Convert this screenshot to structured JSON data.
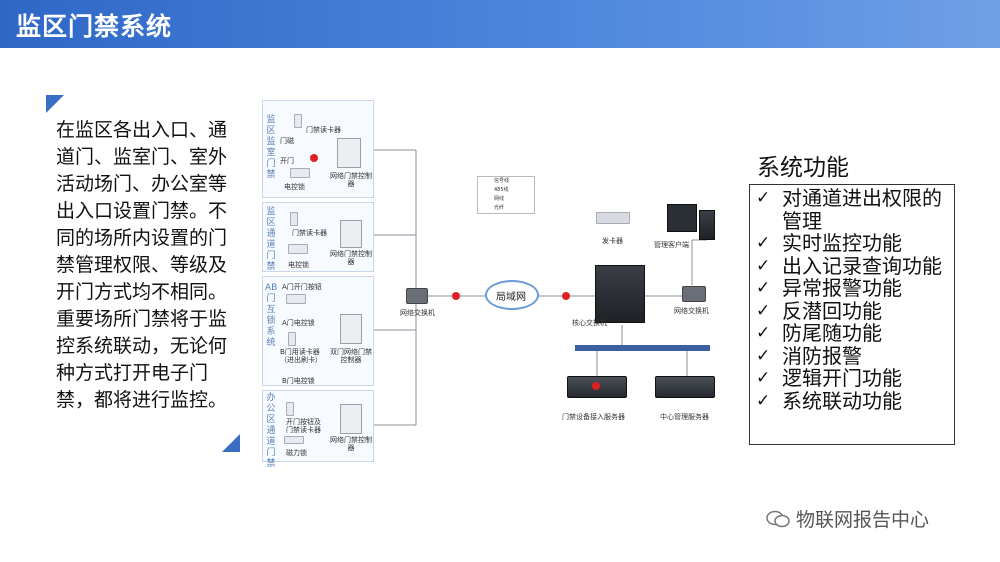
{
  "header": {
    "title": "监区门禁系统"
  },
  "left_text": "在监区各出入口、通道门、监室门、室外活动场门、办公室等出入口设置门禁。不同的场所内设置的门禁管理权限、等级及开门方式均不相同。重要场所门禁将于监控系统联动，无论何种方式打开电子门禁，都将进行监控。",
  "diagram": {
    "zones": [
      {
        "label": "监区监室门禁",
        "devices": [
          "门禁读卡器",
          "门磁",
          "开门",
          "电控锁",
          "网络门禁控制器"
        ]
      },
      {
        "label": "监区通道门禁",
        "devices": [
          "门禁读卡器",
          "电控锁",
          "网络门禁控制器"
        ]
      },
      {
        "label": "AB门互锁系统",
        "devices": [
          "A门开门按钮",
          "A门电控锁",
          "B门用读卡器（进出刷卡）",
          "B门电控锁",
          "双门网络门禁控制器"
        ]
      },
      {
        "label": "办公区通道门禁",
        "devices": [
          "开门按钮及门禁读卡器",
          "磁力锁",
          "网络门禁控制器"
        ]
      }
    ],
    "legend": [
      "信号线",
      "485线",
      "网线",
      "光纤"
    ],
    "switch_left": "网络交换机",
    "cloud": "局域网",
    "core_switch": "核心交换机",
    "switch_right": "网络交换机",
    "card_issuer": "发卡器",
    "mgmt_client": "管理客户端",
    "server_access": "门禁设备接入服务器",
    "server_center": "中心管理服务器"
  },
  "functions": {
    "title": "系统功能",
    "check": "✓",
    "items": [
      "对通道进出权限的管理",
      "实时监控功能",
      "出入记录查询功能",
      "异常报警功能",
      "反潜回功能",
      "防尾随功能",
      "消防报警",
      "逻辑开门功能",
      "系统联动功能"
    ]
  },
  "watermark": "物联网报告中心",
  "colors": {
    "title_bar": "#3b72cc",
    "accent": "#3a6ec5",
    "alarm": "#e02020"
  }
}
